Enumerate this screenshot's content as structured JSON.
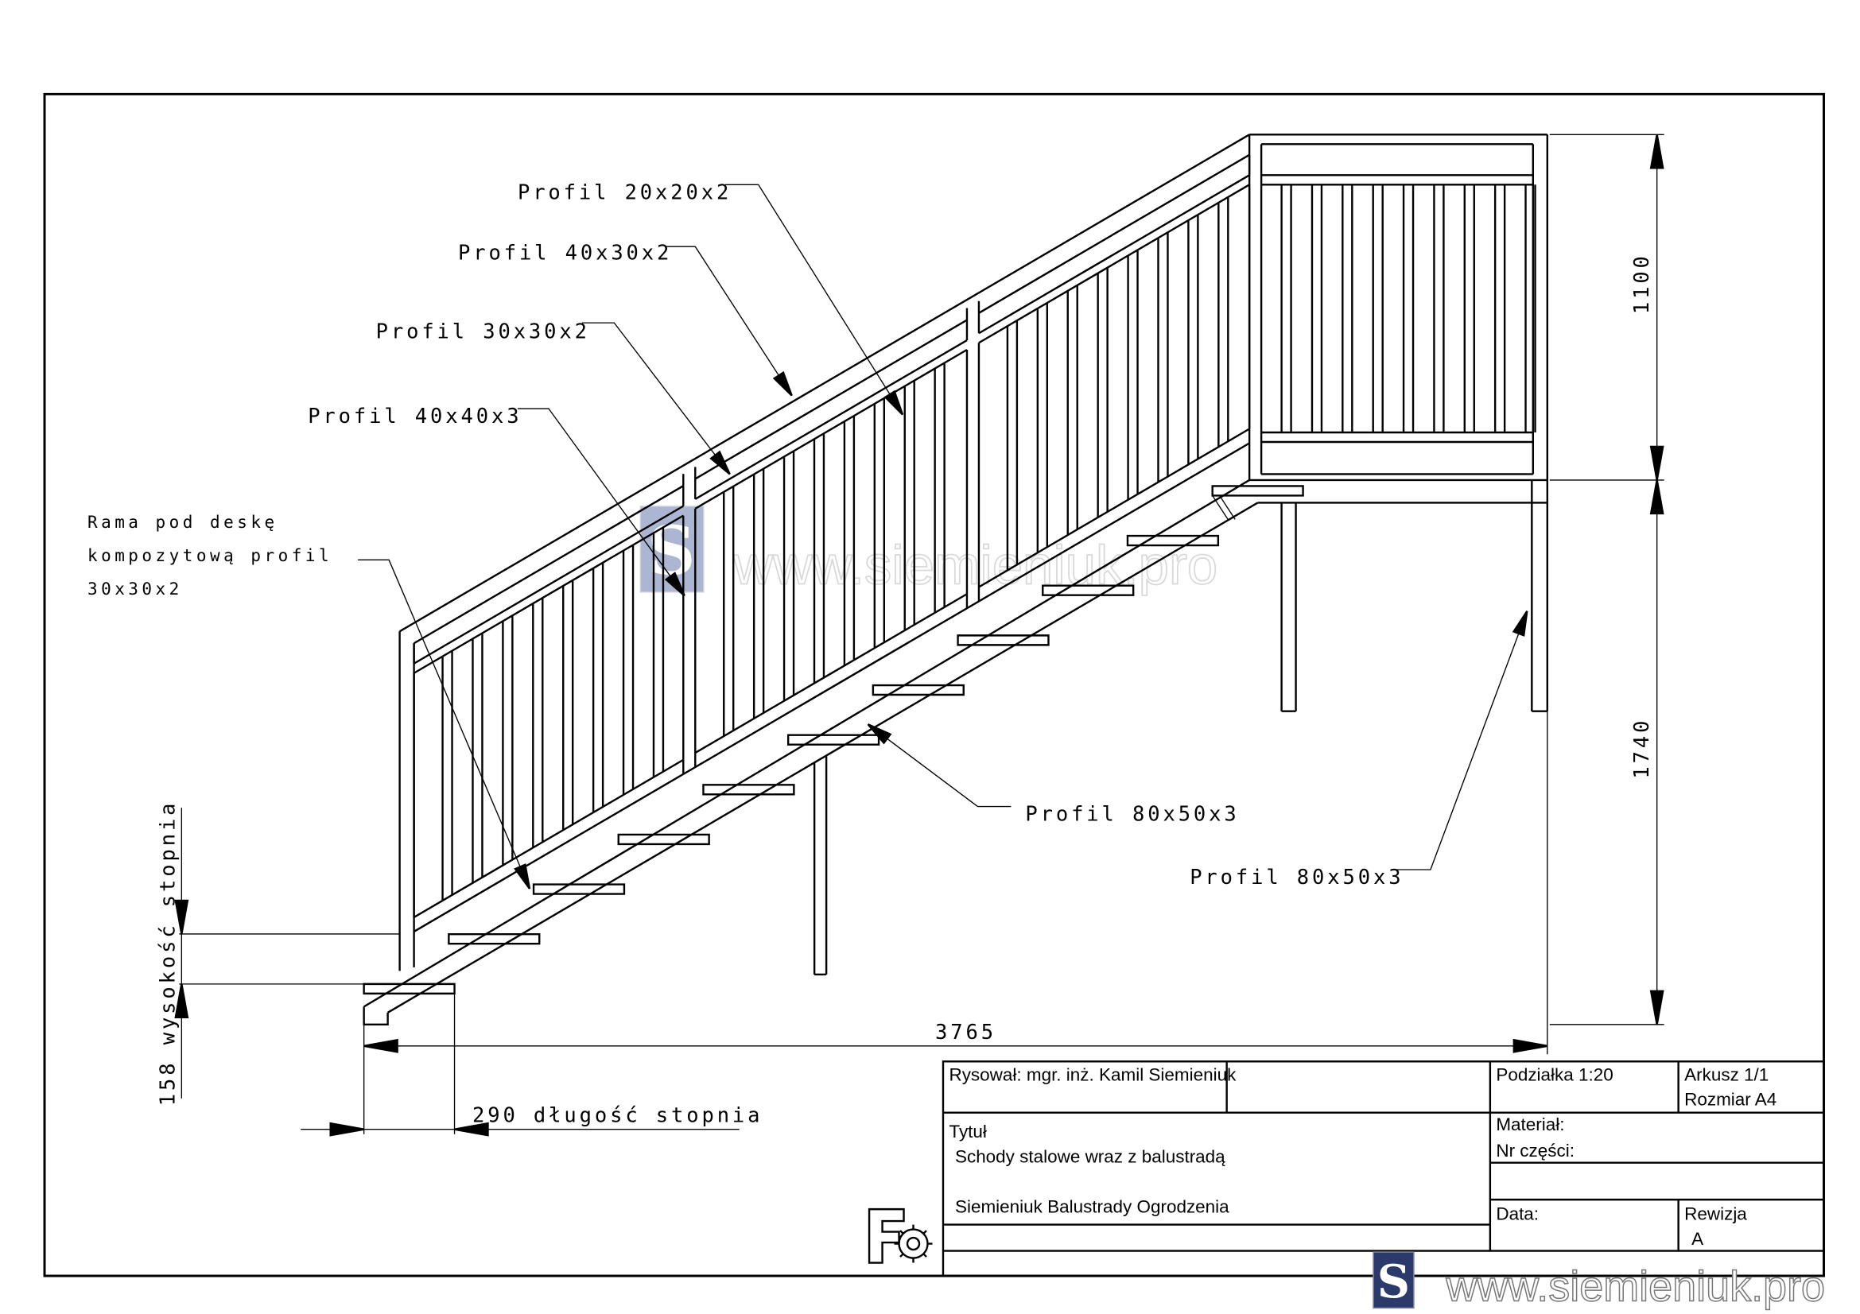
{
  "drawing": {
    "labels": {
      "profil_20x20x2": "Profil 20x20x2",
      "profil_40x30x2": "Profil 40x30x2",
      "profil_30x30x2": "Profil 30x30x2",
      "profil_40x40x3": "Profil 40x40x3",
      "rama_line1": "Rama pod deskę",
      "rama_line2": "kompozytową profil",
      "rama_line3": "30x30x2",
      "profil_80x50x3_stringer": "Profil 80x50x3",
      "profil_80x50x3_post": "Profil 80x50x3"
    },
    "dimensions": {
      "total_length": "3765",
      "rail_height": "1100",
      "landing_height": "1740",
      "step_height": "158 wysokość stopnia",
      "step_depth": "290 długość stopnia"
    },
    "watermark": "www.siemieniuk.pro",
    "logo_letter": "S"
  },
  "title_block": {
    "drawn_by": "Rysował:  mgr. inż. Kamil Siemieniuk",
    "scale": "Podziałka  1:20",
    "sheet": "Arkusz  1/1",
    "size": "Rozmiar  A4",
    "title_label": "Tytuł",
    "title": "Schody stalowe wraz z balustradą",
    "company": "Siemieniuk Balustrady Ogrodzenia",
    "material": "Materiał:",
    "part_no": "Nr części:",
    "date": "Data:",
    "revision_label": "Rewizja",
    "revision": "A"
  },
  "footer": {
    "website": "www.siemieniuk.pro",
    "logo_letter": "S"
  },
  "colors": {
    "logo_blue": "#2b3a6b"
  }
}
